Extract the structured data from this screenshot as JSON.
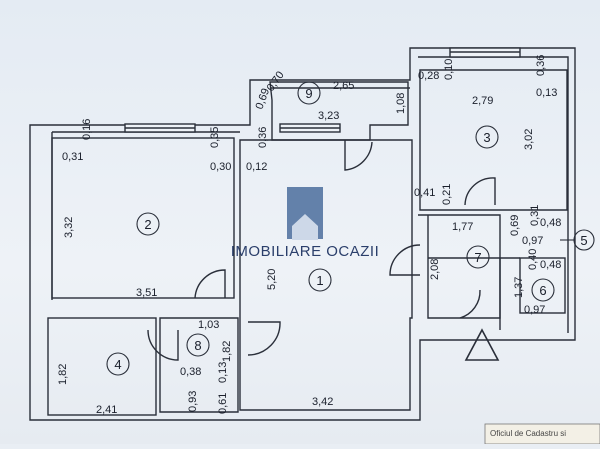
{
  "watermark": {
    "text": "IMOBILIARE OCAZII"
  },
  "stamp": {
    "text": "Oficiul de Cadastru si"
  },
  "rooms": [
    {
      "id": "r1",
      "number": "1"
    },
    {
      "id": "r2",
      "number": "2"
    },
    {
      "id": "r3",
      "number": "3"
    },
    {
      "id": "r4",
      "number": "4"
    },
    {
      "id": "r5",
      "number": "5"
    },
    {
      "id": "r6",
      "number": "6"
    },
    {
      "id": "r7",
      "number": "7"
    },
    {
      "id": "r8",
      "number": "8"
    },
    {
      "id": "r9",
      "number": "9"
    }
  ],
  "dimensions": {
    "d_265": "2,65",
    "d_070": "0,70",
    "d_069": "0,69",
    "d_323": "3,23",
    "d_108": "1,08",
    "d_028": "0,28",
    "d_010": "0,10",
    "d_036a": "0,36",
    "d_013a": "0,13",
    "d_279": "2,79",
    "d_302": "3,02",
    "d_016": "0,16",
    "d_031": "0,31",
    "d_035": "0,35",
    "d_030": "0,30",
    "d_036b": "0,36",
    "d_012": "0,12",
    "d_041": "0,41",
    "d_021": "0,21",
    "d_332": "3,32",
    "d_351": "3,51",
    "d_520": "5,20",
    "d_177": "1,77",
    "d_069b": "0,69",
    "d_031b": "0,31",
    "d_048a": "0,48",
    "d_097a": "0,97",
    "d_040": "0,40",
    "d_048b": "0,48",
    "d_208": "2,08",
    "d_137": "1,37",
    "d_097b": "0,97",
    "d_103": "1,03",
    "d_182a": "1,82",
    "d_182b": "1,82",
    "d_038": "0,38",
    "d_013b": "0,13",
    "d_093": "0,93",
    "d_061": "0,61",
    "d_241": "2,41",
    "d_342": "3,42"
  }
}
